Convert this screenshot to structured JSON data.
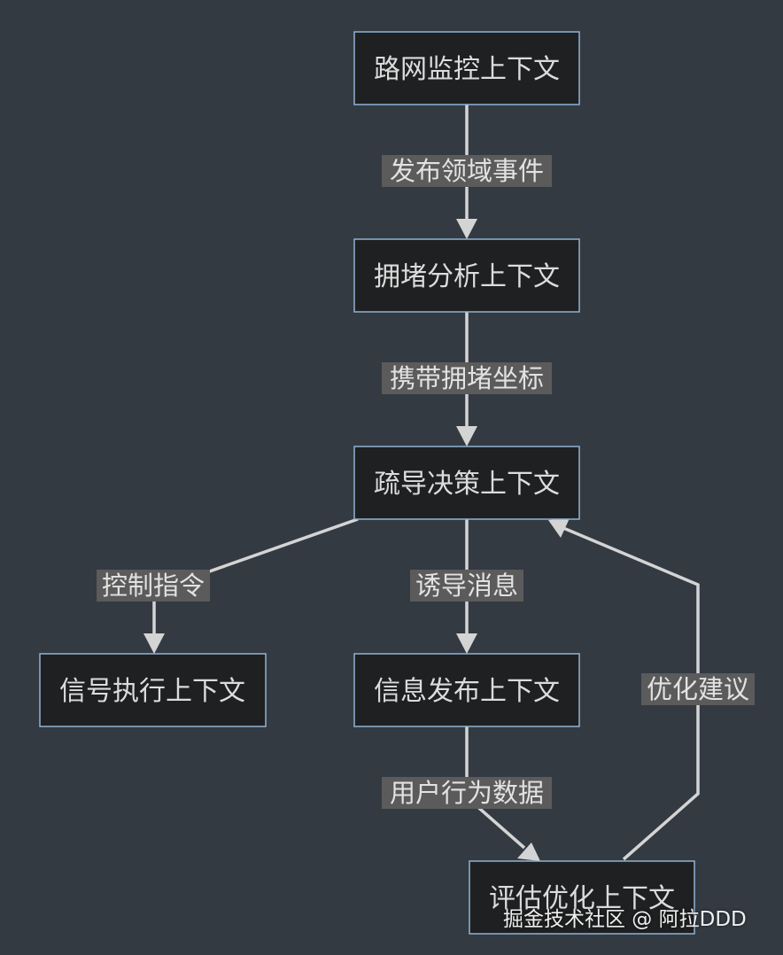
{
  "nodes": {
    "road_network": "路网监控上下文",
    "congestion": "拥堵分析上下文",
    "guidance": "疏导决策上下文",
    "signal": "信号执行上下文",
    "info_publish": "信息发布上下文",
    "evaluation": "评估优化上下文"
  },
  "edges": {
    "publish_events": "发布领域事件",
    "congestion_coords": "携带拥堵坐标",
    "control_commands": "控制指令",
    "guidance_messages": "诱导消息",
    "user_behavior": "用户行为数据",
    "optimization": "优化建议"
  },
  "watermark": "掘金技术社区 @ 阿拉DDD"
}
